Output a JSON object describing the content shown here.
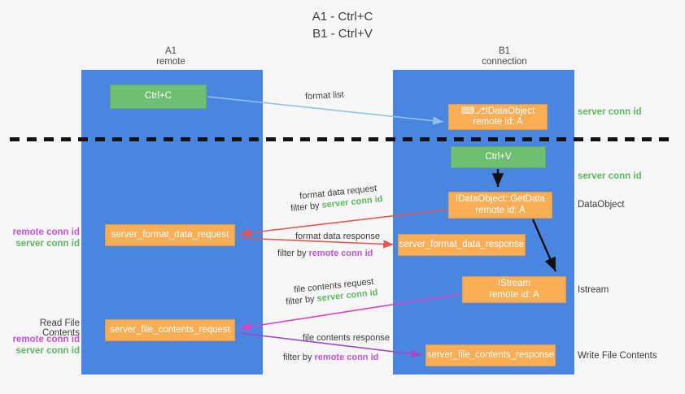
{
  "title": {
    "line1": "A1 - Ctrl+C",
    "line2": "B1 - Ctrl+V"
  },
  "columns": [
    {
      "name": "A1",
      "subtitle": "remote"
    },
    {
      "name": "B1",
      "subtitle": "connection"
    }
  ],
  "boxes": {
    "ctrl_c": {
      "label": "Ctrl+C",
      "color": "#6fbf73"
    },
    "idataobject": {
      "line1": "⌨⎇IDataObject",
      "line2": "remote id: A",
      "color": "#f9ae55"
    },
    "ctrl_v": {
      "label": "Ctrl+V",
      "color": "#6fbf73"
    },
    "getdata": {
      "line1": "IDataObject::GetData",
      "line2": "remote id: A",
      "color": "#f9ae55"
    },
    "server_format_data_request": {
      "label": "server_format_data_request",
      "color": "#f9ae55"
    },
    "server_format_data_response": {
      "label": "server_format_data_response",
      "color": "#f9ae55"
    },
    "istream": {
      "line1": "IStream",
      "line2": "remote id: A",
      "color": "#f9ae55"
    },
    "server_file_contents_request": {
      "label": "server_file_contents_request",
      "color": "#f9ae55"
    },
    "server_file_contents_response": {
      "label": "server_file_contents_response",
      "color": "#f9ae55"
    }
  },
  "edge_labels": {
    "format_list": "format list",
    "format_data_request": "format data request",
    "format_data_request_filter_prefix": "filter by ",
    "format_data_request_filter_key": "server conn id",
    "format_data_response": "format data response",
    "format_data_response_filter_prefix": "filter by ",
    "format_data_response_filter_key": "remote conn id",
    "file_contents_request": "file contents request",
    "file_contents_request_filter_prefix": "filter by ",
    "file_contents_request_filter_key": "server conn id",
    "file_contents_response": "file contents response",
    "file_contents_response_filter_prefix": "filter by ",
    "file_contents_response_filter_key": "remote conn id"
  },
  "right_annotations": {
    "server_conn_id_top": "server conn id",
    "server_conn_id_mid": "server conn id",
    "dataobject": "DataObject",
    "istream": "Istream",
    "write_file_contents": "Write File Contents"
  },
  "left_annotations": {
    "remote_conn_id_1": "remote conn id",
    "server_conn_id_1": "server conn id",
    "read_file_contents": "Read File Contents",
    "remote_conn_id_2": "remote conn id",
    "server_conn_id_2": "server conn id"
  },
  "colors": {
    "lane": "#4a86e0",
    "green_box": "#6fbf73",
    "orange_box": "#f9ae55",
    "green_text": "#5cb860",
    "magenta_text": "#c452d8",
    "light_blue_arrow": "#8fc2ea",
    "red_arrow": "#e8554e",
    "black_arrow": "#111111",
    "magenta_arrow": "#e040c0",
    "purple_arrow": "#a347c8",
    "background": "#f7f7f7"
  }
}
